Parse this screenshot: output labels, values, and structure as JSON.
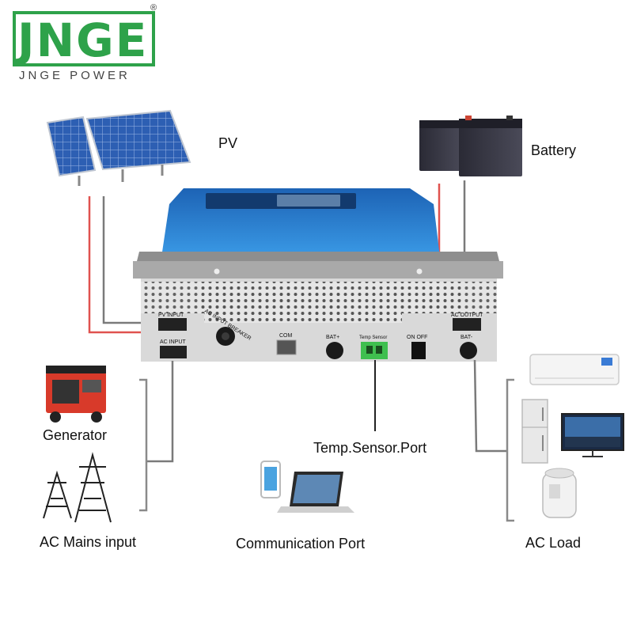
{
  "logo": {
    "brand": "JNGE",
    "subtitle": "JNGE     POWER",
    "registered": "®"
  },
  "labels": {
    "pv": "PV",
    "battery": "Battery",
    "generator": "Generator",
    "ac_mains": "AC Mains input",
    "communication": "Communication Port",
    "temp_sensor": "Temp.Sensor.Port",
    "ac_load": "AC Load"
  },
  "panel": {
    "pv_input": "PV  INPUT",
    "ac_input": "AC  INPUT",
    "ac_input_breaker": "AC INPUT BREAKER",
    "com": "COM",
    "bat_plus": "BAT+",
    "temp_sensor": "Temp Sensor",
    "on_off": "ON  OFF",
    "ac_output": "AC  OUTPUT",
    "bat_minus": "BAT-"
  },
  "colors": {
    "brand_green": "#2ea24a",
    "housing_blue": "#2b7fd0",
    "housing_grey": "#c9c9c9",
    "wire_red": "#e0524f",
    "wire_grey": "#7a7a7a",
    "bracket_grey": "#8a8a8a",
    "sensor_green": "#3fbf4f"
  }
}
